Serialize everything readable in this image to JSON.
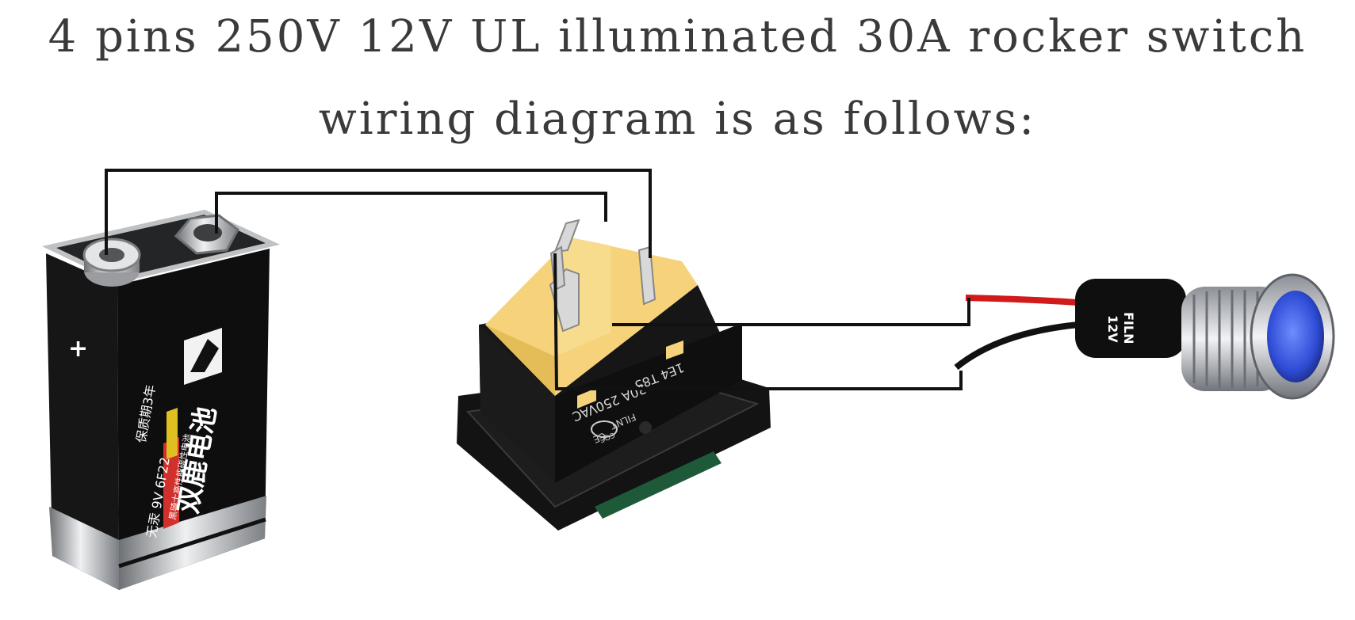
{
  "title": {
    "line1": "4 pins 250V 12V UL illuminated 30A rocker switch",
    "line2": "wiring diagram is as follows:"
  },
  "battery": {
    "brand": "双鹿电池",
    "type_label": "无汞 9V 6F22",
    "warranty": "保质期3年",
    "plus": "+",
    "tagline": "黑骑士高性能碳性电池",
    "colors": {
      "body": "#111111",
      "red_stripe": "#d0312d",
      "yellow_stripe": "#e0c020",
      "metal": "#c9cbcd"
    }
  },
  "switch": {
    "rating": "30A 250VAC",
    "code": "1E4 T85",
    "brand": "FILNT",
    "cert": "CE",
    "cqc": "CQC",
    "colors": {
      "housing": "#151515",
      "insert": "#f6d37a",
      "terminal": "#d8d8d8"
    }
  },
  "indicator": {
    "brand": "FILN",
    "voltage": "12V",
    "colors": {
      "lens": "#2f4cd6",
      "wire_red": "#d11a1a",
      "wire_black": "#111111",
      "chrome": "#c2c6cc"
    }
  }
}
